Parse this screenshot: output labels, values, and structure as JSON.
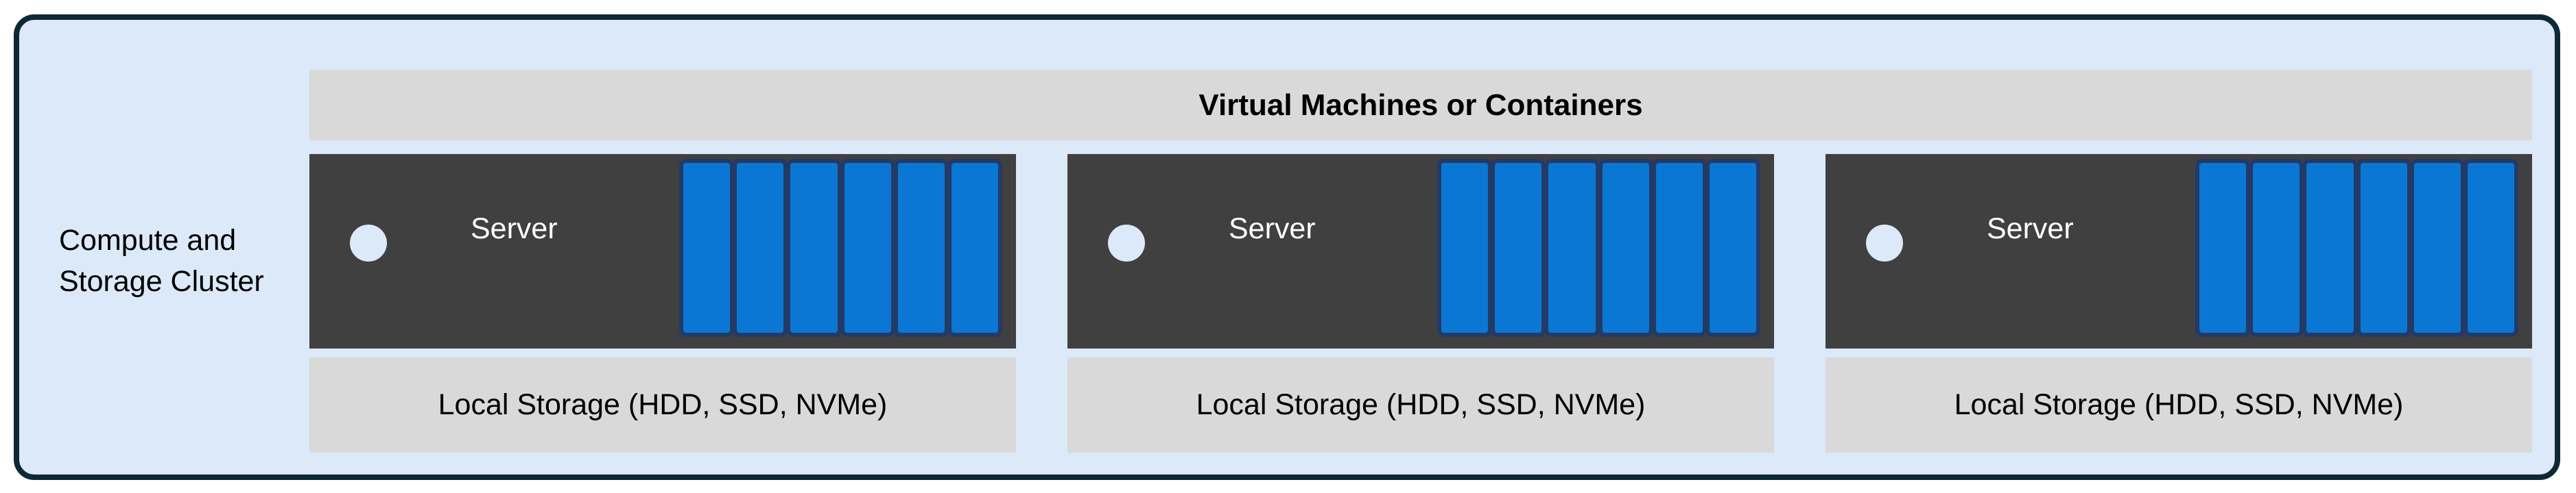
{
  "diagram": {
    "cluster_label": "Compute and\nStorage Cluster",
    "vm_header": "Virtual Machines or Containers",
    "columns": [
      {
        "server_label": "Server",
        "disk_count": 6,
        "storage_label": "Local Storage (HDD, SSD, NVMe)"
      },
      {
        "server_label": "Server",
        "disk_count": 6,
        "storage_label": "Local Storage (HDD, SSD, NVMe)"
      },
      {
        "server_label": "Server",
        "disk_count": 6,
        "storage_label": "Local Storage (HDD, SSD, NVMe)"
      }
    ],
    "colors": {
      "background": "#ffffff",
      "frame_fill": "#dbe9f8",
      "frame_border": "#0d2936",
      "bar_fill": "#d9d9d9",
      "server_fill": "#404040",
      "disk_fill": "#0b77d4",
      "disk_border": "#233a66",
      "led_fill": "#dbe9f8",
      "server_text": "#ffffff",
      "text": "#000000"
    }
  }
}
